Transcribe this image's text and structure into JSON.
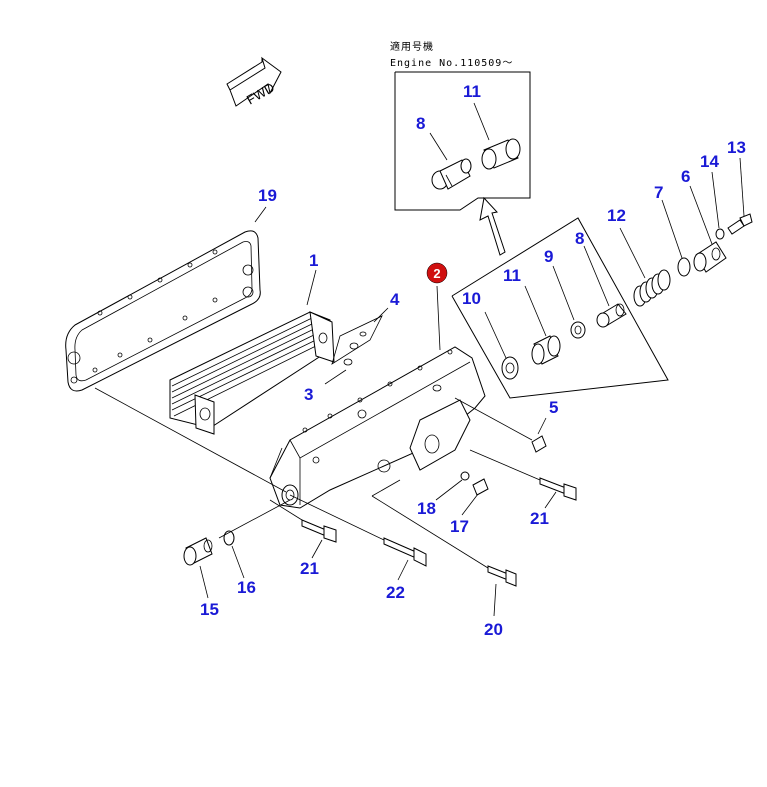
{
  "note": {
    "line1": "適用号機",
    "line2": "Engine No.110509～"
  },
  "fwd_label": "FWD",
  "badge_label": "2",
  "labels": {
    "p1": "1",
    "p3": "3",
    "p4": "4",
    "p5": "5",
    "p6": "6",
    "p7": "7",
    "p8_inset": "8",
    "p8": "8",
    "p9": "9",
    "p10": "10",
    "p11_inset": "11",
    "p11": "11",
    "p12": "12",
    "p13": "13",
    "p14": "14",
    "p15": "15",
    "p16": "16",
    "p17": "17",
    "p18": "18",
    "p19": "19",
    "p20": "20",
    "p21a": "21",
    "p21b": "21",
    "p22": "22"
  },
  "colors": {
    "label": "#1a1ad6",
    "badge": "#d01010",
    "line": "#000000"
  }
}
